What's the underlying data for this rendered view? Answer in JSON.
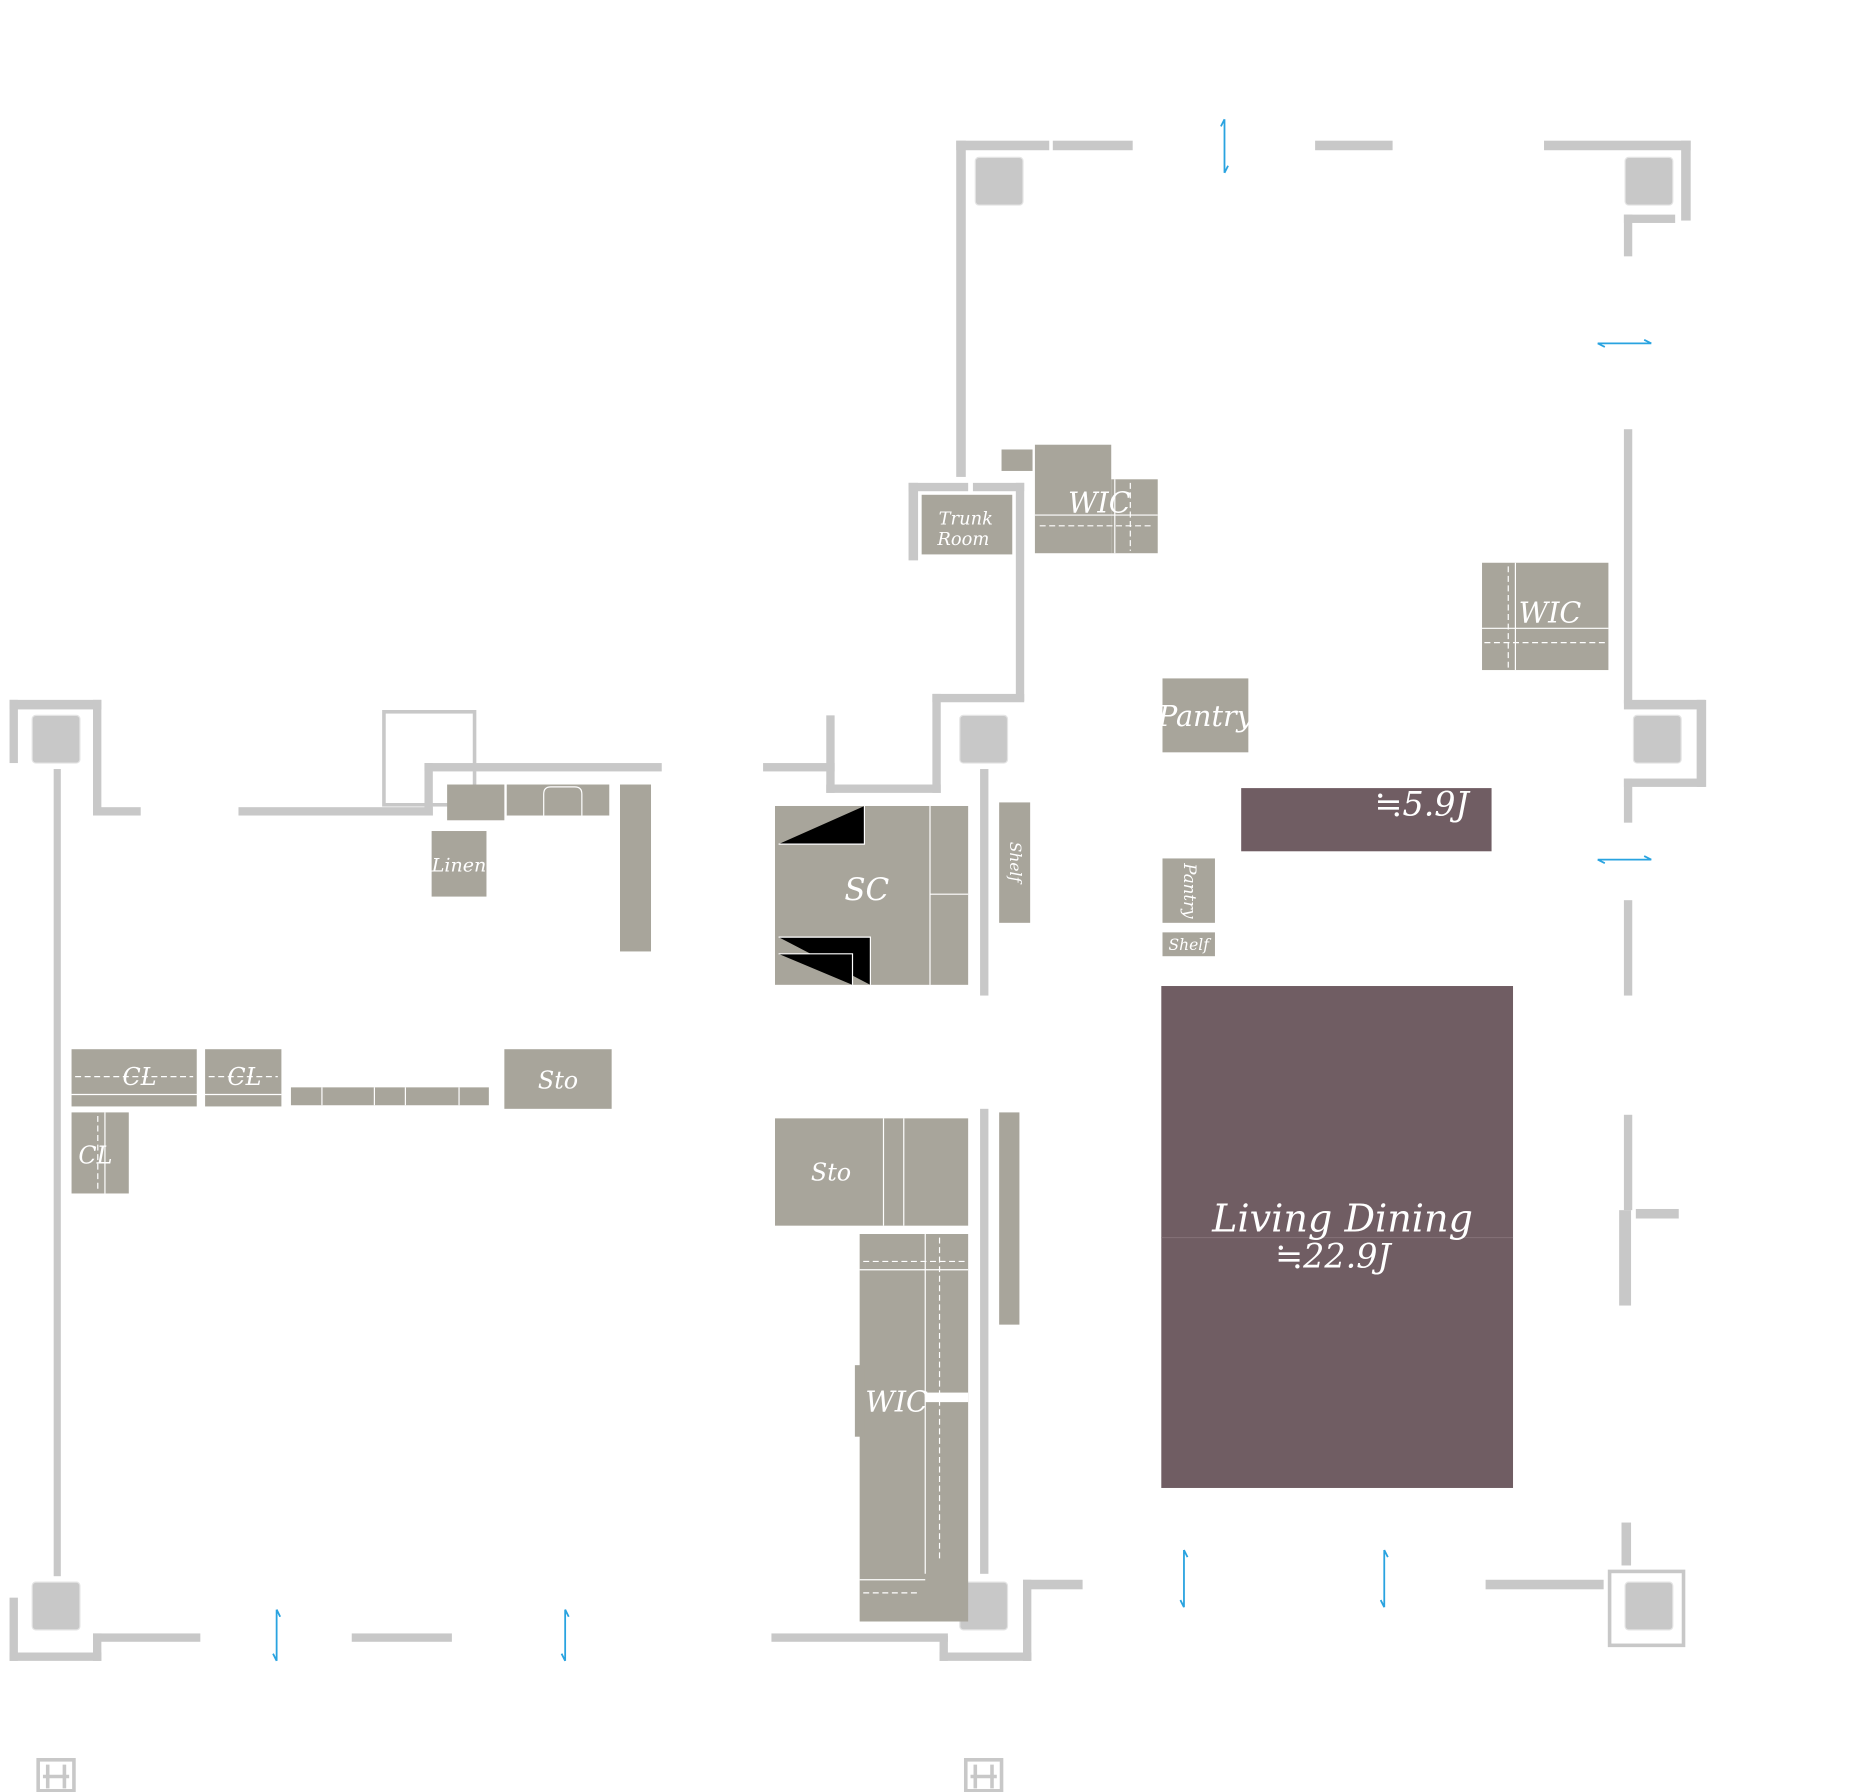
{
  "labels": {
    "trunk_room_1": "Trunk",
    "trunk_room_2": "Room",
    "wic_top": "WIC",
    "wic_right": "WIC",
    "wic_bottom": "WIC",
    "pantry_main": "Pantry",
    "pantry_small": "Pantry",
    "shelf_small": "Shelf",
    "shelf_vertical": "Shelf",
    "sc": "SC",
    "linen": "Linen",
    "cl_1": "CL",
    "cl_2": "CL",
    "cl_3": "CL",
    "sto_left": "Sto",
    "sto_center": "Sto",
    "area_small": "≒5.9J",
    "living_dining": "Living Dining",
    "living_dining_area": "≒22.9J"
  },
  "colors": {
    "wall": "#c8c8c8",
    "storage": "#a8a59b",
    "room_highlight": "#705d63",
    "door_arrow": "#29a3e0"
  }
}
